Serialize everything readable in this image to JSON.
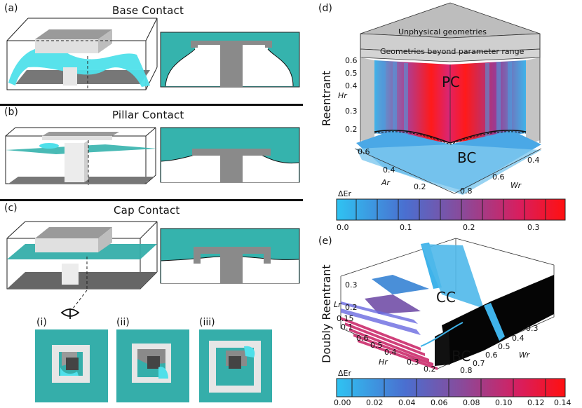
{
  "panels": {
    "a": {
      "label": "(a)",
      "title": "Base Contact"
    },
    "b": {
      "label": "(b)",
      "title": "Pillar Contact"
    },
    "c": {
      "label": "(c)",
      "title": "Cap Contact",
      "views": [
        "(i)",
        "(ii)",
        "(iii)"
      ]
    },
    "d": {
      "label": "(d)",
      "side_label": "Reentrant",
      "region_top": "Unphysical geometries",
      "region_mid": "Geometries beyond parameter range",
      "pc": "PC",
      "bc": "BC",
      "axis_h": "Hr",
      "axis_a": "Ar",
      "axis_w": "Wr",
      "h_ticks": [
        "0.6",
        "0.5",
        "0.4",
        "0.3",
        "0.2"
      ],
      "a_ticks": [
        "0.6",
        "0.4",
        "0.2"
      ],
      "w_ticks": [
        "0.4",
        "0.6",
        "0.8"
      ],
      "cbar_label": "ΔEr",
      "cbar_ticks": [
        "0.0",
        "0.1",
        "0.2",
        "0.3"
      ]
    },
    "e": {
      "label": "(e)",
      "side_label": "Doubly Reentrant",
      "cc": "CC",
      "bc": "BC",
      "axis_l": "Lr",
      "axis_h": "Hr",
      "axis_w": "Wr",
      "l_ticks": [
        "0.3",
        "0.2",
        "0.15",
        "0.1"
      ],
      "h_ticks": [
        "0.6",
        "0.5",
        "0.4",
        "0.3",
        "0.2"
      ],
      "w_ticks": [
        "0.3",
        "0.4",
        "0.5",
        "0.6",
        "0.7",
        "0.8"
      ],
      "cbar_label": "ΔEr",
      "cbar_ticks": [
        "0.00",
        "0.02",
        "0.04",
        "0.06",
        "0.08",
        "0.10",
        "0.12",
        "0.14"
      ]
    }
  },
  "colors": {
    "teal": "#35aeaa",
    "cyan": "#4fe0ea",
    "gray": "#8a8a8a",
    "blue": "#3fb3ea",
    "red": "#ff1a1a",
    "purple": "#8a4a9a"
  }
}
